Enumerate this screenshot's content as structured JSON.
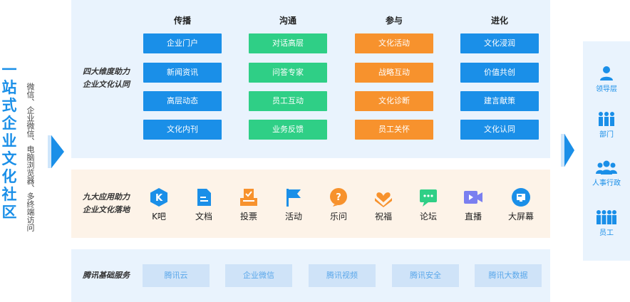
{
  "title": {
    "chars": [
      "一",
      "站",
      "式",
      "企",
      "业",
      "文",
      "化",
      "社",
      "区"
    ],
    "subtitle": "微信、企业微信、电脑浏览器、多终端访问"
  },
  "section1": {
    "label_line1": "四大维度助力",
    "label_line2": "企业文化认同",
    "columns": [
      {
        "header": "传播",
        "color": "#1a8fe8",
        "items": [
          "企业门户",
          "新闻资讯",
          "高层动态",
          "文化内刊"
        ]
      },
      {
        "header": "沟通",
        "color": "#2fcf86",
        "items": [
          "对话高层",
          "问答专家",
          "员工互动",
          "业务反馈"
        ]
      },
      {
        "header": "参与",
        "color": "#f7922d",
        "items": [
          "文化活动",
          "战略互动",
          "文化诊断",
          "员工关怀"
        ]
      },
      {
        "header": "进化",
        "color": "#1a8fe8",
        "items": [
          "文化浸润",
          "价值共创",
          "建言献策",
          "文化认同"
        ]
      }
    ]
  },
  "section2": {
    "label_line1": "九大应用助力",
    "label_line2": "企业文化落地",
    "apps": [
      {
        "label": "K吧",
        "icon": "k-bar-icon"
      },
      {
        "label": "文档",
        "icon": "document-icon"
      },
      {
        "label": "投票",
        "icon": "vote-icon"
      },
      {
        "label": "活动",
        "icon": "flag-icon"
      },
      {
        "label": "乐问",
        "icon": "question-icon"
      },
      {
        "label": "祝福",
        "icon": "blessing-heart-icon"
      },
      {
        "label": "论坛",
        "icon": "forum-chat-icon"
      },
      {
        "label": "直播",
        "icon": "live-video-icon"
      },
      {
        "label": "大屏幕",
        "icon": "big-screen-icon"
      }
    ]
  },
  "section3": {
    "label": "腾讯基础服务",
    "services": [
      "腾讯云",
      "企业微信",
      "腾讯视频",
      "腾讯安全",
      "腾讯大数据"
    ]
  },
  "audience": [
    {
      "label": "领导层",
      "icon": "leader-icon"
    },
    {
      "label": "部门",
      "icon": "department-icon"
    },
    {
      "label": "人事行政",
      "icon": "hr-admin-icon"
    },
    {
      "label": "员工",
      "icon": "staff-icon"
    }
  ],
  "colors": {
    "accent_blue": "#1a8fe8",
    "green": "#2fcf86",
    "orange": "#f7922d",
    "panel_blue": "#e9f3fd",
    "panel_orange": "#fdf3e8"
  }
}
